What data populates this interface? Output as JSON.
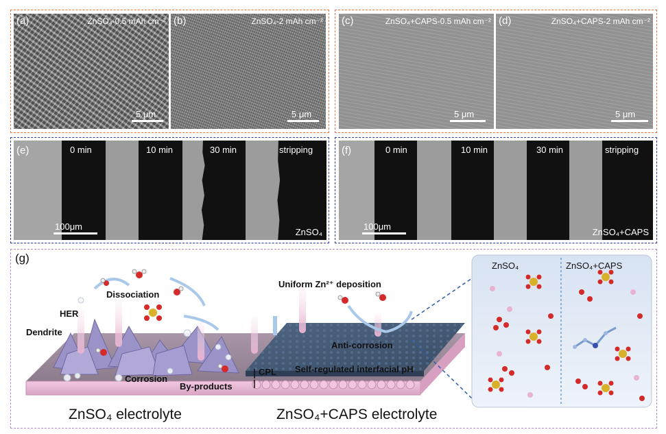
{
  "sem_panels": [
    {
      "label": "(a)",
      "title": "ZnSO₄-0.5 mAh cm⁻²",
      "scale": "5 μm"
    },
    {
      "label": "(b)",
      "title": "ZnSO₄-2 mAh cm⁻²",
      "scale": "5 μm"
    },
    {
      "label": "(c)",
      "title": "ZnSO₄+CAPS-0.5 mAh cm⁻²",
      "scale": "5 μm"
    },
    {
      "label": "(d)",
      "title": "ZnSO₄+CAPS-2 mAh cm⁻²",
      "scale": "5 μm"
    }
  ],
  "optical_panels": [
    {
      "label": "(e)",
      "times": [
        "0 min",
        "10 min",
        "30 min",
        "stripping"
      ],
      "scale": "100μm",
      "electrolyte": "ZnSO₄"
    },
    {
      "label": "(f)",
      "times": [
        "0 min",
        "10 min",
        "30 min",
        "stripping"
      ],
      "scale": "100μm",
      "electrolyte": "ZnSO₄+CAPS"
    }
  ],
  "schematic": {
    "label": "(g)",
    "left_annotations": {
      "dissociation": "Dissociation",
      "her": "HER",
      "dendrite": "Dendrite",
      "corrosion": "Corrosion",
      "byproducts": "By-products"
    },
    "right_annotations": {
      "uniform": "Uniform Zn²⁺ deposition",
      "anticorrosion": "Anti-corrosion",
      "cpl": "CPL",
      "selfreg": "Self-regulated interfacial pH"
    },
    "inset_left": "ZnSO₄",
    "inset_right": "ZnSO₄+CAPS",
    "caption_left": "ZnSO₄ electrolyte",
    "caption_right": "ZnSO₄+CAPS electrolyte"
  },
  "colors": {
    "frame_top": "#e8743b",
    "frame_mid": "#2d3a9c",
    "frame_bottom": "#b48ad6",
    "slab": "#e7b9d6",
    "blue_layer": "#445a75"
  }
}
